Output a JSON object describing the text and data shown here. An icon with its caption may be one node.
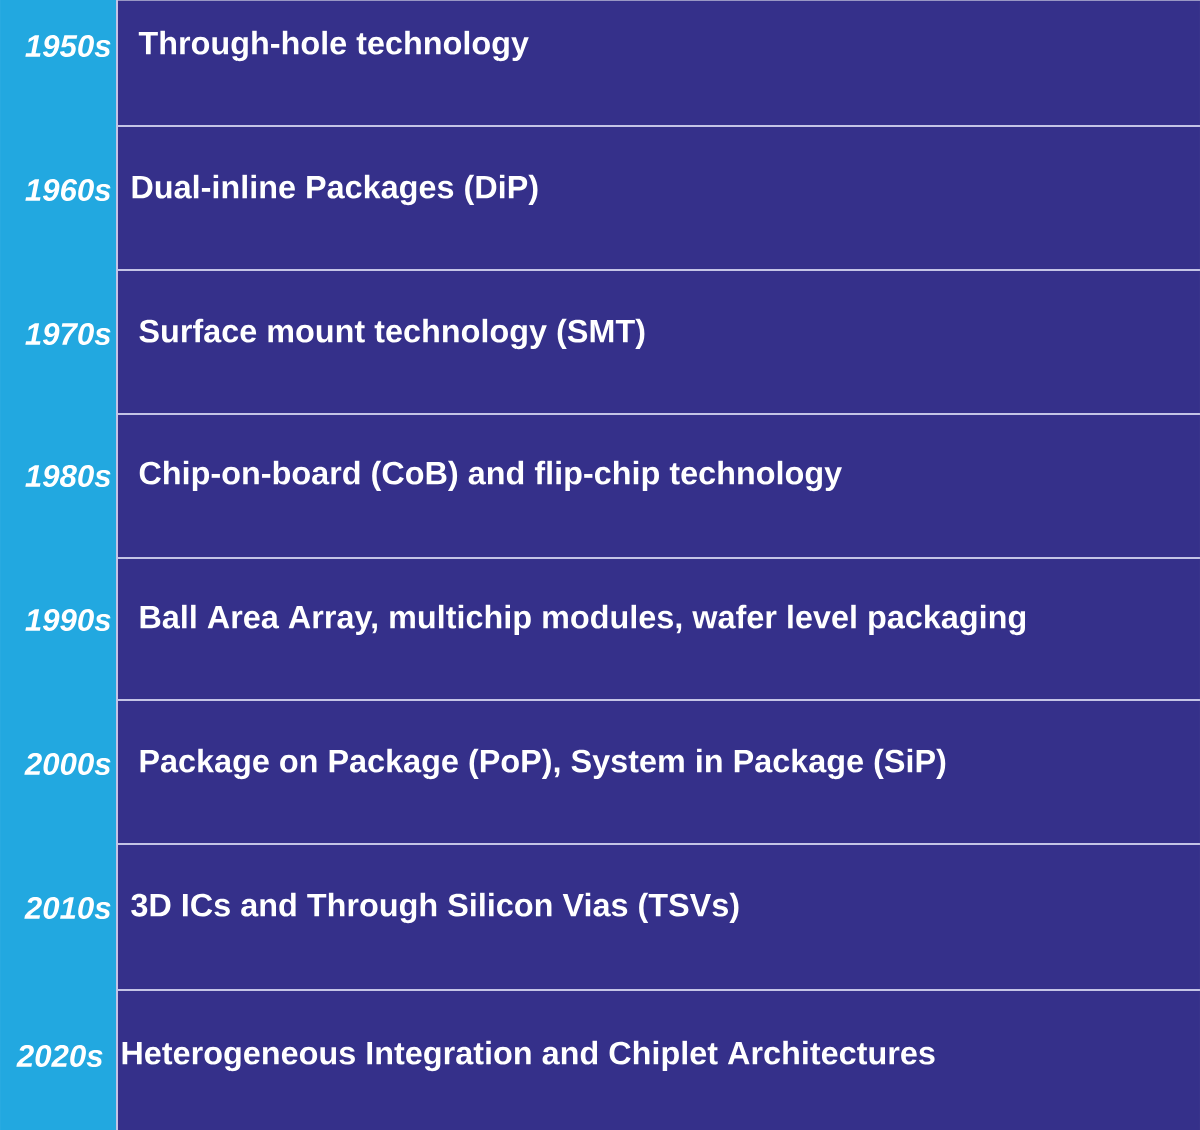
{
  "diagram": {
    "nodes": [
      {
        "text": [
          "1950s",
          "Through-hole technology"
        ]
      },
      {
        "text": [
          "1960s",
          "Dual-inline Packages (DiP)"
        ]
      },
      {
        "text": [
          "1970s",
          "Surface mount technology (SMT)"
        ]
      },
      {
        "text": [
          "1980s",
          "Chip-on-board (CoB) and flip-chip technology"
        ]
      },
      {
        "text": [
          "1990s",
          "Ball Area Array, multichip modules, wafer level packaging"
        ]
      },
      {
        "text": [
          "2000s",
          "Package on Package (PoP), System in Package (SiP)"
        ]
      },
      {
        "text": [
          "2010s",
          "3D ICs and Through Silicon Vias (TSVs)"
        ]
      },
      {
        "text": [
          "2020s",
          "Heterogeneous Integration and Chiplet Architectures"
        ]
      }
    ]
  }
}
